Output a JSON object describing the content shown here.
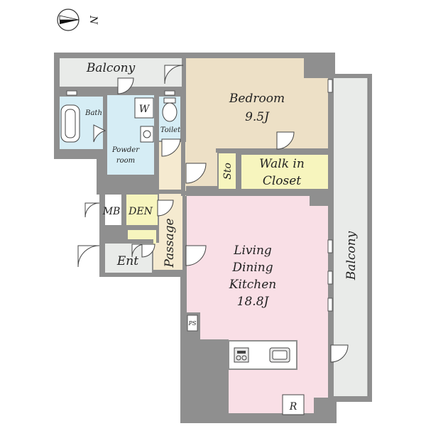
{
  "compass": {
    "letter": "N"
  },
  "rooms": {
    "balcony_top": "Balcony",
    "bedroom_name": "Bedroom",
    "bedroom_size": "9.5J",
    "bath": "Bath",
    "washer": "W",
    "toilet": "Toilet",
    "powder_line1": "Powder",
    "powder_line2": "room",
    "sto": "Sto",
    "walkin_line1": "Walk in",
    "walkin_line2": "Closet",
    "mb": "MB",
    "den": "DEN",
    "passage": "Passage",
    "ent": "Ent",
    "ldk_line1": "Living",
    "ldk_line2": "Dining",
    "ldk_line3": "Kitchen",
    "ldk_size": "18.8J",
    "balcony_right": "Balcony",
    "ps": "PS",
    "fridge": "R"
  },
  "colors": {
    "bedroom": "#ede0c6",
    "ldk": "#f9dfe6",
    "wet": "#d6edf5",
    "storage": "#f7f5be",
    "passage": "#f5ead0",
    "balcony": "#e9ebe9",
    "wall": "#8f8f8f"
  }
}
